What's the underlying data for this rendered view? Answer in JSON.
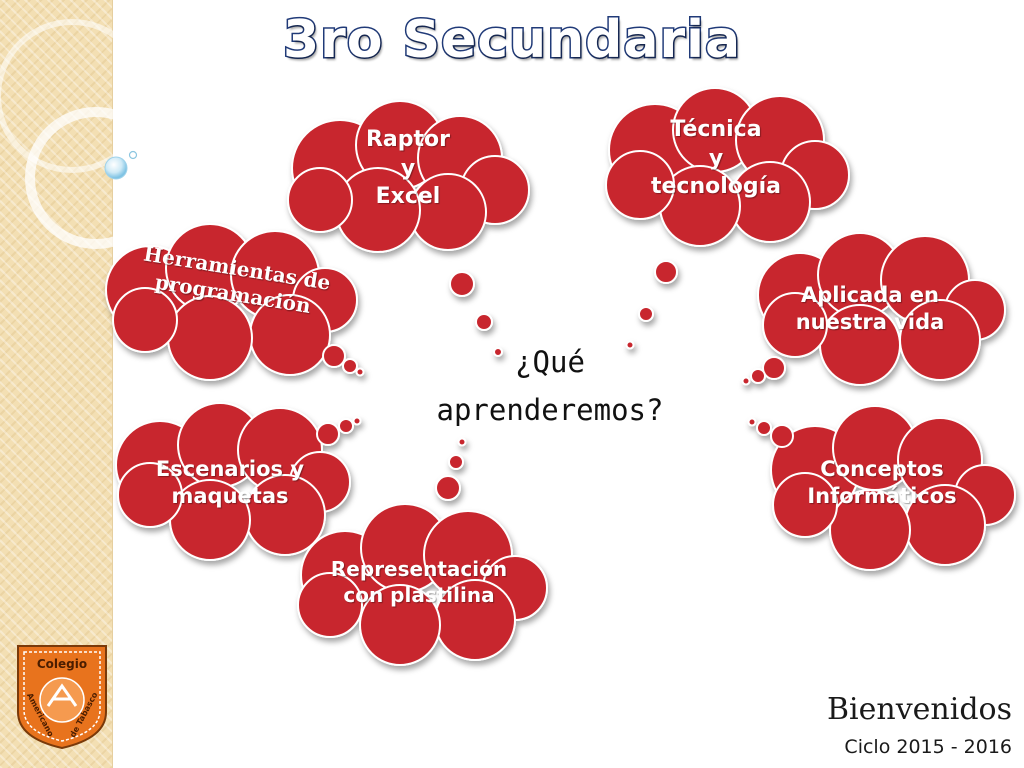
{
  "title": "3ro Secundaria",
  "question": [
    "¿Qué",
    "aprenderemos?"
  ],
  "bubbles": {
    "raptor": [
      "Raptor",
      "y",
      "Excel"
    ],
    "tecnica": [
      "Técnica",
      "y",
      "tecnología"
    ],
    "herramientas": [
      "Herramientas de",
      "programación"
    ],
    "aplicada": [
      "Aplicada en",
      "nuestra vida"
    ],
    "escenarios": [
      "Escenarios y",
      "maquetas"
    ],
    "conceptos": [
      "Conceptos",
      "Informáticos"
    ],
    "representacion": [
      "Representación",
      "con plastilina"
    ]
  },
  "footer": {
    "welcome": "Bienvenidos",
    "cycle": "Ciclo 2015 - 2016"
  },
  "logo": {
    "line1": "Colegio",
    "line2": "Americano",
    "line3": "de Tabasco"
  },
  "colors": {
    "bubble_fill": "#c8282e",
    "title_stroke": "#203a78",
    "logo_orange": "#e8731d",
    "background_band": "#f3dfb3"
  }
}
